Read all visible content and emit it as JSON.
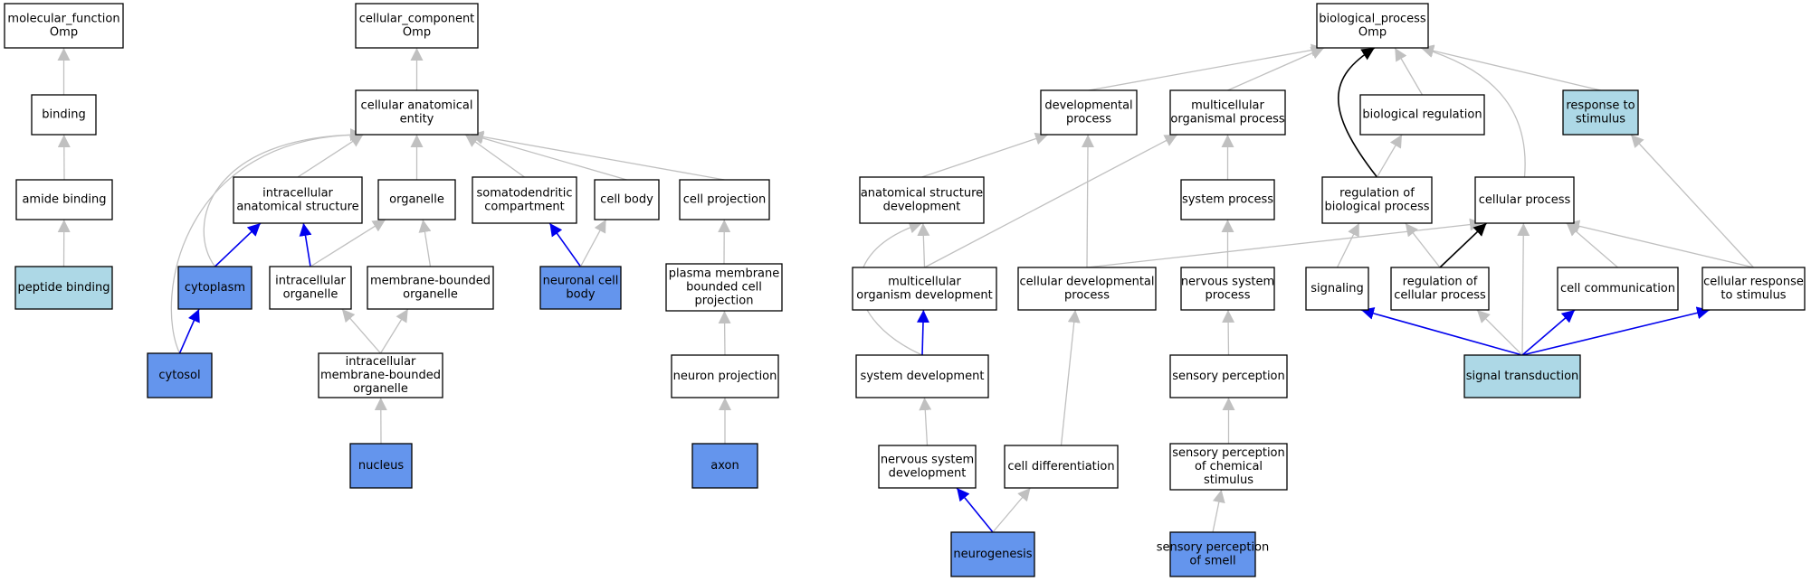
{
  "colors": {
    "edge_default": "#c0c0c0",
    "edge_blue": "#0000ee",
    "edge_black": "#000000",
    "fill_white": "#ffffff",
    "fill_query": "#6495ed",
    "fill_highlight": "#add8e6"
  },
  "nodes": [
    {
      "id": "mf",
      "lines": [
        "molecular_function",
        "Omp"
      ],
      "fill": "white"
    },
    {
      "id": "binding",
      "lines": [
        "binding"
      ],
      "fill": "white"
    },
    {
      "id": "amide_binding",
      "lines": [
        "amide binding"
      ],
      "fill": "white"
    },
    {
      "id": "peptide_binding",
      "lines": [
        "peptide binding"
      ],
      "fill": "highlight"
    },
    {
      "id": "cc",
      "lines": [
        "cellular_component",
        "Omp"
      ],
      "fill": "white"
    },
    {
      "id": "cae",
      "lines": [
        "cellular anatomical",
        "entity"
      ],
      "fill": "white"
    },
    {
      "id": "ias",
      "lines": [
        "intracellular",
        "anatomical structure"
      ],
      "fill": "white"
    },
    {
      "id": "organelle",
      "lines": [
        "organelle"
      ],
      "fill": "white"
    },
    {
      "id": "somato",
      "lines": [
        "somatodendritic",
        "compartment"
      ],
      "fill": "white"
    },
    {
      "id": "cell_body",
      "lines": [
        "cell body"
      ],
      "fill": "white"
    },
    {
      "id": "cell_proj",
      "lines": [
        "cell projection"
      ],
      "fill": "white"
    },
    {
      "id": "cytoplasm",
      "lines": [
        "cytoplasm"
      ],
      "fill": "query"
    },
    {
      "id": "intra_org",
      "lines": [
        "intracellular",
        "organelle"
      ],
      "fill": "white"
    },
    {
      "id": "mbo",
      "lines": [
        "membrane-bounded",
        "organelle"
      ],
      "fill": "white"
    },
    {
      "id": "ncb",
      "lines": [
        "neuronal cell",
        "body"
      ],
      "fill": "query"
    },
    {
      "id": "pmbcp",
      "lines": [
        "plasma membrane",
        "bounded cell",
        "projection"
      ],
      "fill": "white"
    },
    {
      "id": "cytosol",
      "lines": [
        "cytosol"
      ],
      "fill": "query"
    },
    {
      "id": "imbo",
      "lines": [
        "intracellular",
        "membrane-bounded",
        "organelle"
      ],
      "fill": "white"
    },
    {
      "id": "neuron_proj",
      "lines": [
        "neuron projection"
      ],
      "fill": "white"
    },
    {
      "id": "nucleus",
      "lines": [
        "nucleus"
      ],
      "fill": "query"
    },
    {
      "id": "axon",
      "lines": [
        "axon"
      ],
      "fill": "query"
    },
    {
      "id": "bp",
      "lines": [
        "biological_process",
        "Omp"
      ],
      "fill": "white"
    },
    {
      "id": "dev_proc",
      "lines": [
        "developmental",
        "process"
      ],
      "fill": "white"
    },
    {
      "id": "multi_proc",
      "lines": [
        "multicellular",
        "organismal process"
      ],
      "fill": "white"
    },
    {
      "id": "bio_reg",
      "lines": [
        "biological regulation"
      ],
      "fill": "white"
    },
    {
      "id": "resp_stim",
      "lines": [
        "response to",
        "stimulus"
      ],
      "fill": "highlight"
    },
    {
      "id": "asd",
      "lines": [
        "anatomical structure",
        "development"
      ],
      "fill": "white"
    },
    {
      "id": "sys_proc",
      "lines": [
        "system process"
      ],
      "fill": "white"
    },
    {
      "id": "reg_bio",
      "lines": [
        "regulation of",
        "biological process"
      ],
      "fill": "white"
    },
    {
      "id": "cell_proc",
      "lines": [
        "cellular process"
      ],
      "fill": "white"
    },
    {
      "id": "mod",
      "lines": [
        "multicellular",
        "organism development"
      ],
      "fill": "white"
    },
    {
      "id": "cdp",
      "lines": [
        "cellular developmental",
        "process"
      ],
      "fill": "white"
    },
    {
      "id": "nsp",
      "lines": [
        "nervous system",
        "process"
      ],
      "fill": "white"
    },
    {
      "id": "signaling",
      "lines": [
        "signaling"
      ],
      "fill": "white"
    },
    {
      "id": "reg_cell",
      "lines": [
        "regulation of",
        "cellular process"
      ],
      "fill": "white"
    },
    {
      "id": "cell_comm",
      "lines": [
        "cell communication"
      ],
      "fill": "white"
    },
    {
      "id": "crs",
      "lines": [
        "cellular response",
        "to stimulus"
      ],
      "fill": "white"
    },
    {
      "id": "sys_dev",
      "lines": [
        "system development"
      ],
      "fill": "white"
    },
    {
      "id": "sens_perc",
      "lines": [
        "sensory perception"
      ],
      "fill": "white"
    },
    {
      "id": "sig_trans",
      "lines": [
        "signal transduction"
      ],
      "fill": "highlight"
    },
    {
      "id": "nsd",
      "lines": [
        "nervous system",
        "development"
      ],
      "fill": "white"
    },
    {
      "id": "cell_diff",
      "lines": [
        "cell differentiation"
      ],
      "fill": "white"
    },
    {
      "id": "spcs",
      "lines": [
        "sensory perception",
        "of chemical",
        "stimulus"
      ],
      "fill": "white"
    },
    {
      "id": "neurogenesis",
      "lines": [
        "neurogenesis"
      ],
      "fill": "query"
    },
    {
      "id": "sps",
      "lines": [
        "sensory perception",
        "of smell"
      ],
      "fill": "query"
    }
  ],
  "edges": [
    {
      "from": "binding",
      "to": "mf",
      "style": "default"
    },
    {
      "from": "amide_binding",
      "to": "binding",
      "style": "default"
    },
    {
      "from": "peptide_binding",
      "to": "amide_binding",
      "style": "default"
    },
    {
      "from": "cae",
      "to": "cc",
      "style": "default"
    },
    {
      "from": "ias",
      "to": "cae",
      "style": "default"
    },
    {
      "from": "organelle",
      "to": "cae",
      "style": "default"
    },
    {
      "from": "somato",
      "to": "cae",
      "style": "default"
    },
    {
      "from": "cell_body",
      "to": "cae",
      "style": "default"
    },
    {
      "from": "cell_proj",
      "to": "cae",
      "style": "default"
    },
    {
      "from": "cytoplasm",
      "to": "cae",
      "style": "default"
    },
    {
      "from": "cytosol",
      "to": "cae",
      "style": "default"
    },
    {
      "from": "cytoplasm",
      "to": "ias",
      "style": "blue"
    },
    {
      "from": "intra_org",
      "to": "ias",
      "style": "blue"
    },
    {
      "from": "intra_org",
      "to": "organelle",
      "style": "default"
    },
    {
      "from": "mbo",
      "to": "organelle",
      "style": "default"
    },
    {
      "from": "ncb",
      "to": "somato",
      "style": "blue"
    },
    {
      "from": "ncb",
      "to": "cell_body",
      "style": "default"
    },
    {
      "from": "pmbcp",
      "to": "cell_proj",
      "style": "default"
    },
    {
      "from": "cytosol",
      "to": "cytoplasm",
      "style": "blue"
    },
    {
      "from": "imbo",
      "to": "intra_org",
      "style": "default"
    },
    {
      "from": "imbo",
      "to": "mbo",
      "style": "default"
    },
    {
      "from": "neuron_proj",
      "to": "pmbcp",
      "style": "default"
    },
    {
      "from": "nucleus",
      "to": "imbo",
      "style": "default"
    },
    {
      "from": "axon",
      "to": "neuron_proj",
      "style": "default"
    },
    {
      "from": "dev_proc",
      "to": "bp",
      "style": "default"
    },
    {
      "from": "multi_proc",
      "to": "bp",
      "style": "default"
    },
    {
      "from": "bio_reg",
      "to": "bp",
      "style": "default"
    },
    {
      "from": "resp_stim",
      "to": "bp",
      "style": "default"
    },
    {
      "from": "reg_bio",
      "to": "bp",
      "style": "black"
    },
    {
      "from": "cell_proc",
      "to": "bp",
      "style": "default"
    },
    {
      "from": "asd",
      "to": "dev_proc",
      "style": "default"
    },
    {
      "from": "cdp",
      "to": "dev_proc",
      "style": "default"
    },
    {
      "from": "mod",
      "to": "multi_proc",
      "style": "default"
    },
    {
      "from": "sys_proc",
      "to": "multi_proc",
      "style": "default"
    },
    {
      "from": "reg_bio",
      "to": "bio_reg",
      "style": "default"
    },
    {
      "from": "mod",
      "to": "asd",
      "style": "default"
    },
    {
      "from": "sys_dev",
      "to": "asd",
      "style": "default"
    },
    {
      "from": "nsp",
      "to": "sys_proc",
      "style": "default"
    },
    {
      "from": "signaling",
      "to": "reg_bio",
      "style": "default"
    },
    {
      "from": "reg_cell",
      "to": "reg_bio",
      "style": "default"
    },
    {
      "from": "cdp",
      "to": "cell_proc",
      "style": "default"
    },
    {
      "from": "reg_cell",
      "to": "cell_proc",
      "style": "black"
    },
    {
      "from": "cell_comm",
      "to": "cell_proc",
      "style": "default"
    },
    {
      "from": "crs",
      "to": "cell_proc",
      "style": "default"
    },
    {
      "from": "sig_trans",
      "to": "cell_proc",
      "style": "default"
    },
    {
      "from": "crs",
      "to": "resp_stim",
      "style": "default"
    },
    {
      "from": "sys_dev",
      "to": "mod",
      "style": "blue"
    },
    {
      "from": "nsd",
      "to": "sys_dev",
      "style": "default"
    },
    {
      "from": "cell_diff",
      "to": "cdp",
      "style": "default"
    },
    {
      "from": "sens_perc",
      "to": "nsp",
      "style": "default"
    },
    {
      "from": "spcs",
      "to": "sens_perc",
      "style": "default"
    },
    {
      "from": "sps",
      "to": "spcs",
      "style": "default"
    },
    {
      "from": "neurogenesis",
      "to": "nsd",
      "style": "blue"
    },
    {
      "from": "neurogenesis",
      "to": "cell_diff",
      "style": "default"
    },
    {
      "from": "sig_trans",
      "to": "signaling",
      "style": "blue"
    },
    {
      "from": "sig_trans",
      "to": "reg_cell",
      "style": "default"
    },
    {
      "from": "sig_trans",
      "to": "cell_comm",
      "style": "blue"
    },
    {
      "from": "sig_trans",
      "to": "crs",
      "style": "blue"
    }
  ]
}
